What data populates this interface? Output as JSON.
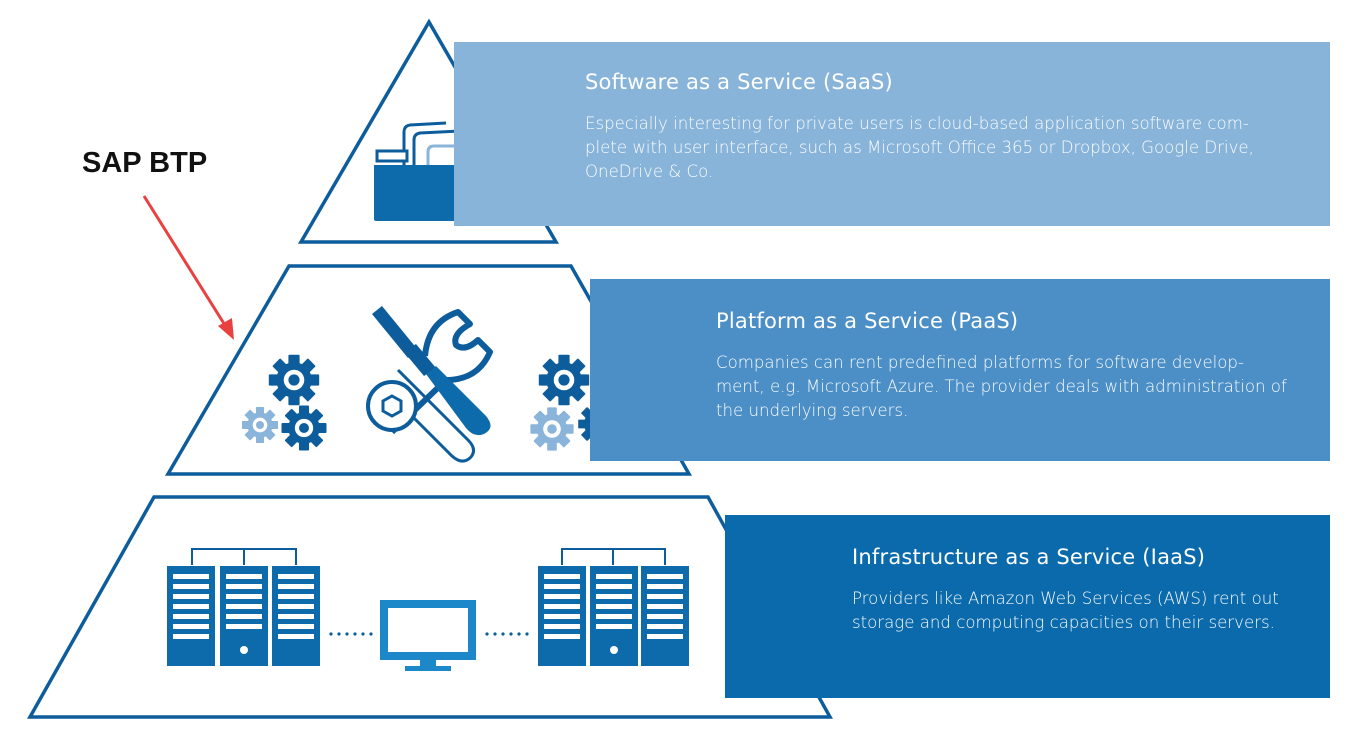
{
  "annotation": {
    "label": "SAP BTP"
  },
  "colors": {
    "saas": "#88b4da",
    "paas": "#4b8fc6",
    "iaas": "#0a6aac",
    "outline": "#0d5d9c",
    "arrow": "#e8413f",
    "icon_dark": "#0d5d9c",
    "icon_light": "#8ab4da"
  },
  "layers": [
    {
      "id": "saas",
      "title": "Software as a Service (SaaS)",
      "description": "Especially interesting for private users is cloud-based application software com-plete with user interface, such as Microsoft Office 365 or Dropbox, Google Drive, OneDrive & Co.",
      "icons": [
        "folder-icon"
      ]
    },
    {
      "id": "paas",
      "title": "Platform as a Service (PaaS)",
      "description": "Companies can rent predefined platforms for software develop-ment, e.g. Microsoft Azure. The provider deals with administration of the underlying servers.",
      "icons": [
        "gears-icon",
        "wrench-screwdriver-icon",
        "gears-icon"
      ]
    },
    {
      "id": "iaas",
      "title": "Infrastructure as a Service (IaaS)",
      "description": "Providers like Amazon Web Services (AWS) rent out storage and computing capacities on their servers.",
      "icons": [
        "server-rack-icon",
        "monitor-icon",
        "server-rack-icon"
      ]
    }
  ]
}
